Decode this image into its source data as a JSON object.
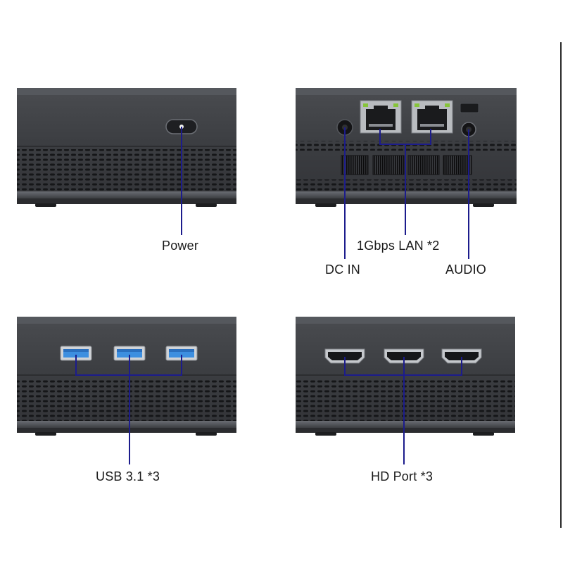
{
  "labels": {
    "power": "Power",
    "lan": "1Gbps LAN *2",
    "dc_in": "DC IN",
    "audio": "AUDIO",
    "usb": "USB 3.1 *3",
    "hd": "HD Port *3"
  },
  "colors": {
    "leader_line": "#1c1c8c",
    "case_body": "#3a3c40",
    "case_top": "#45474b",
    "case_dark": "#2a2b2e",
    "usb_blue": "#3d8fe0",
    "lan_green": "#86c43a"
  }
}
